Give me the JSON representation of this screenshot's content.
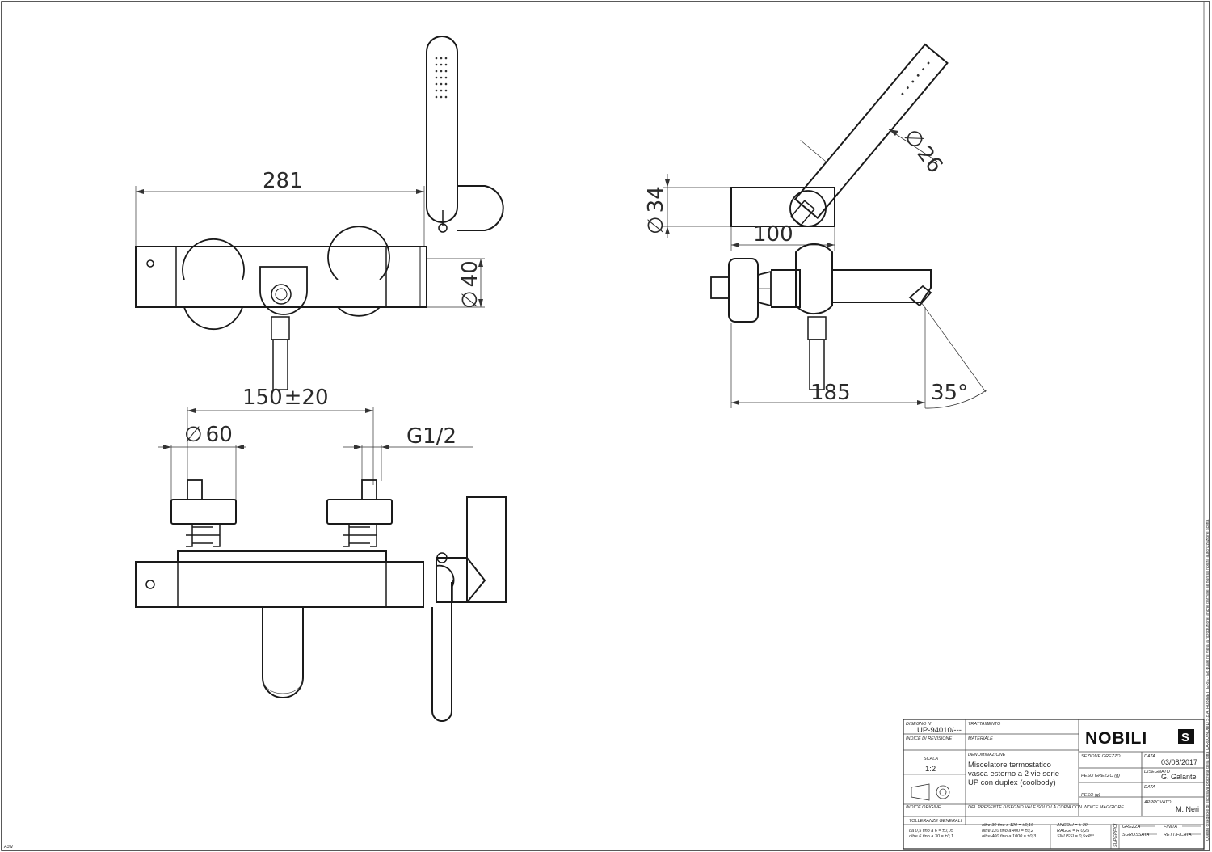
{
  "dimensions": {
    "width_281": "281",
    "dia_40": "40",
    "dia_symbol": "∅",
    "dia_34": "34",
    "dia_26": "26",
    "len_100": "100",
    "len_185": "185",
    "angle_35": "35°",
    "center_150": "150",
    "tolerance": "±20",
    "dia_60": "60",
    "thread": "G1/2"
  },
  "title_block": {
    "disegno_label": "DISEGNO N°",
    "disegno_value": "UP-94010/---",
    "trattamento_label": "TRATTAMENTO",
    "indice_revisione_label": "INDICE DI REVISIONE",
    "materiale_label": "MATERIALE",
    "brand": "NOBILI",
    "denominazione_label": "DENOMINAZIONE",
    "denominazione_lines": [
      "Miscelatore termostatico",
      "vasca esterno a 2 vie serie",
      "UP con duplex (coolbody)"
    ],
    "scala_label": "SCALA",
    "scala_value": "1:2",
    "sezione_grezzo_label": "SEZIONE GREZZO",
    "peso_grezzo_label": "PESO GREZZO (g)",
    "peso_label": "PESO (g)",
    "data_label": "DATA",
    "data_value": "03/08/2017",
    "disegnato_label": "DISEGNATO",
    "disegnato_value": "G. Galante",
    "data2_label": "DATA",
    "approvato_label": "APPROVATO",
    "approvato_value": "M. Neri",
    "indice_origine_label": "INDICE ORIGINE",
    "note_copia": "DEL PRESENTE DISEGNO VALE SOLO LA COPIA CON INDICE MAGGIORE",
    "tolleranze_label": "TOLLERANZE GENERALI",
    "tol_a": "da 0,5 fino a 6 = ±0,05",
    "tol_b": "oltre 6 fino a 30 = ±0,1",
    "tol_c": "oltre 30 fino a 120 = ±0,15",
    "tol_d": "oltre 120 fino a 400 = ±0,2",
    "tol_e": "oltre 400 fino a 1000 = ±0,3",
    "angoli": "ANGOLI = ± 30'",
    "raggi": "RAGGI = R 0,25",
    "smussi": "SMUSSI = 0,5x45°",
    "superfici_label": "SUPERFICI",
    "grezza_label": "GREZZA",
    "finita_label": "FINITA",
    "sgrossata_label": "SGROSSATA",
    "rettificata_label": "RETTIFICATA",
    "sheet_code": "A3N"
  },
  "copyright_note": "Questo disegno è di esclusiva proprietà della ditta CARLO NOBILI S.p.A. RUBINETTERIE - Ex quale ne vieta la riproduzione anche parziale se non su nostra autorizzazione scritta"
}
